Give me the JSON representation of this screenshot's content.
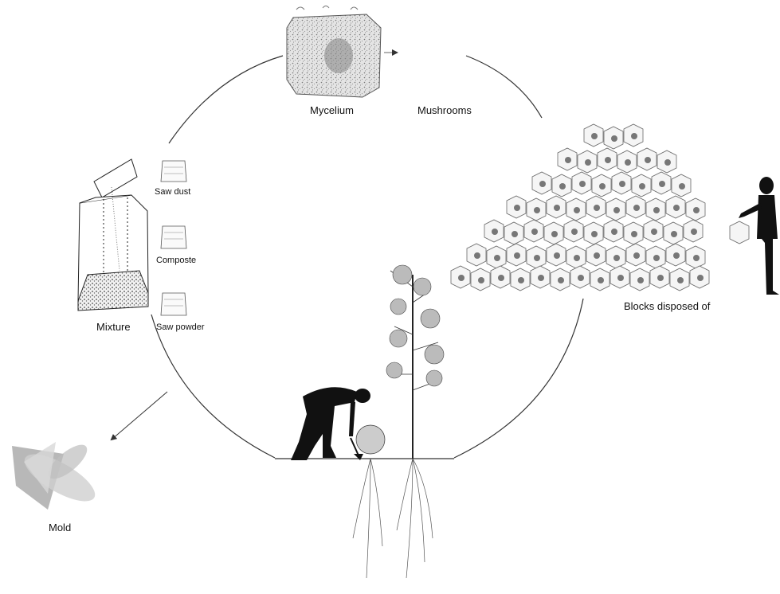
{
  "labels": {
    "mycelium": "Mycelium",
    "mushrooms": "Mushrooms",
    "saw_dust": "Saw dust",
    "composte": "Composte",
    "saw_powder": "Saw powder",
    "mixture": "Mixture",
    "blocks_disposed": "Blocks disposed of",
    "mold": "Mold"
  },
  "colors": {
    "line": "#333333",
    "silhouette": "#111111",
    "sketch": "#555555",
    "mold_light": "#cfcfcf",
    "mold_dark": "#9a9a9a"
  }
}
